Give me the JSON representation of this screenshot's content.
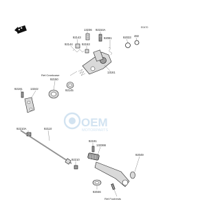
{
  "diagram_code": "E0470",
  "logo_icon": "front-arrow-logo-icon",
  "watermark": {
    "brand": "OEM",
    "tagline": "MOTORPARTS"
  },
  "callouts": {
    "c13236": "13236",
    "c92154a": "92154A",
    "c92143": "92143",
    "c92144": "92144",
    "c92153": "92153",
    "c92081": "92081",
    "c92033": "92033",
    "c482": "482",
    "c13161": "13161",
    "c92145": "92145",
    "c92150": "92150",
    "c92191a": "92191",
    "c13242": "13242",
    "c92210a": "92210A",
    "c92110": "92110",
    "c92191b": "92191",
    "c132366": "132366",
    "c92049": "92049",
    "c92210b": "92210",
    "c92046": "92046"
  },
  "refs": {
    "crankcase": "Ref.Crankcase",
    "footrests": "Ref.Footrests"
  }
}
